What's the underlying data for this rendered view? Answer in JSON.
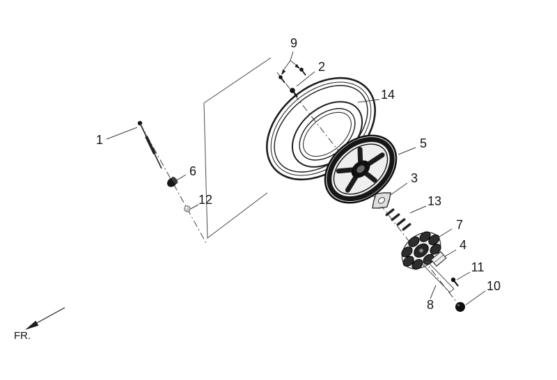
{
  "figure": {
    "fr_label": "FR.",
    "callouts": [
      {
        "number": "1"
      },
      {
        "number": "2"
      },
      {
        "number": "3"
      },
      {
        "number": "4"
      },
      {
        "number": "5"
      },
      {
        "number": "6"
      },
      {
        "number": "7"
      },
      {
        "number": "8"
      },
      {
        "number": "9"
      },
      {
        "number": "10"
      },
      {
        "number": "11"
      },
      {
        "number": "12"
      },
      {
        "number": "13"
      },
      {
        "number": "14"
      }
    ]
  }
}
